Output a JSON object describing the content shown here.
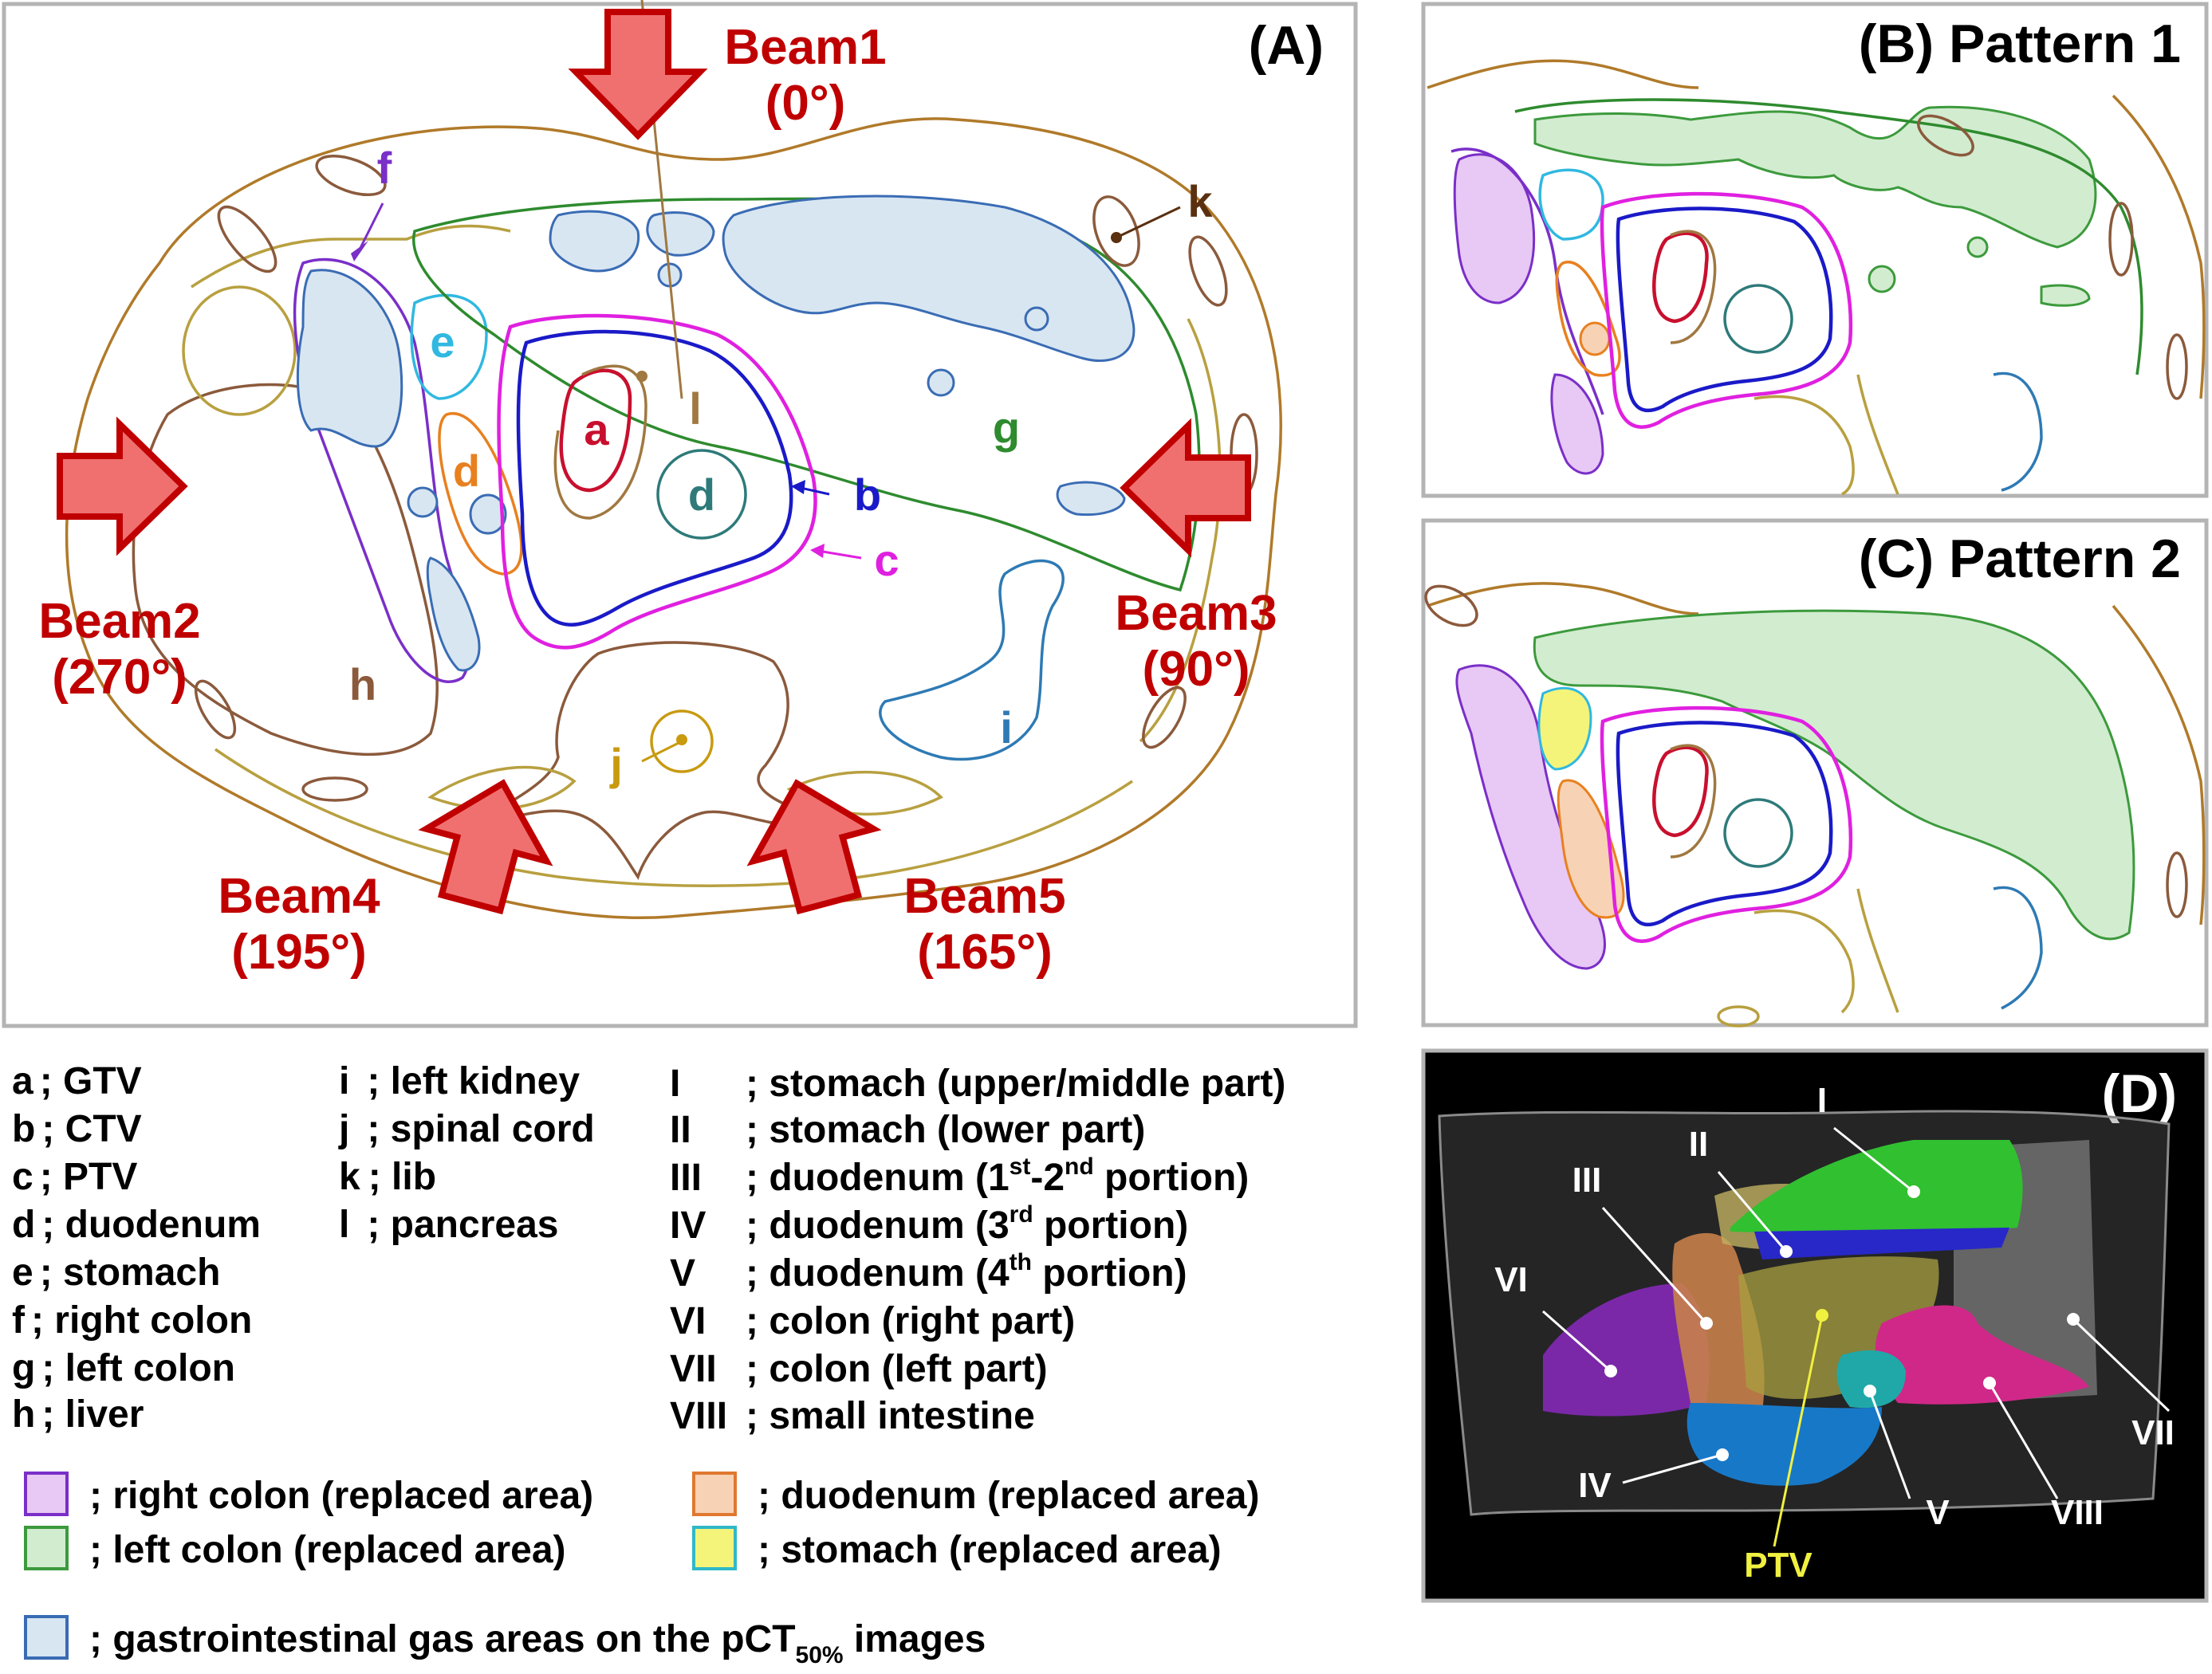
{
  "panels": {
    "a": {
      "title": "(A)"
    },
    "b": {
      "title": "(B) Pattern 1"
    },
    "c": {
      "title": "(C) Pattern 2"
    },
    "d": {
      "title": "(D)"
    }
  },
  "beams": [
    {
      "name": "Beam1",
      "angle": "(0°)"
    },
    {
      "name": "Beam2",
      "angle": "(270°)"
    },
    {
      "name": "Beam3",
      "angle": "(90°)"
    },
    {
      "name": "Beam4",
      "angle": "(195°)"
    },
    {
      "name": "Beam5",
      "angle": "(165°)"
    }
  ],
  "structure_labels": {
    "a": "a",
    "b": "b",
    "c": "c",
    "d1": "d",
    "d2": "d",
    "e": "e",
    "f": "f",
    "g": "g",
    "h": "h",
    "i": "i",
    "j": "j",
    "k": "k",
    "l": "l"
  },
  "legend_letters": [
    {
      "key": "a",
      "text": "; GTV"
    },
    {
      "key": "b",
      "text": "; CTV"
    },
    {
      "key": "c",
      "text": "; PTV"
    },
    {
      "key": "d",
      "text": "; duodenum"
    },
    {
      "key": "e",
      "text": "; stomach"
    },
    {
      "key": "f",
      "text": "; right colon"
    },
    {
      "key": "g",
      "text": "; left colon"
    },
    {
      "key": "h",
      "text": "; liver"
    }
  ],
  "legend_letters2": [
    {
      "key": "i",
      "text": "; left kidney"
    },
    {
      "key": "j",
      "text": "; spinal cord"
    },
    {
      "key": "k",
      "text": "; lib"
    },
    {
      "key": "l",
      "text": "; pancreas"
    }
  ],
  "legend_roman": [
    {
      "key": "I",
      "text": "; stomach (upper/middle part)"
    },
    {
      "key": "II",
      "text": "; stomach (lower part)"
    },
    {
      "key": "III",
      "text": "; duodenum (1",
      "sup": "st",
      "mid": "-2",
      "sup2": "nd",
      "tail": " portion)"
    },
    {
      "key": "IV",
      "text": "; duodenum (3",
      "sup": "rd",
      "tail": " portion)"
    },
    {
      "key": "V",
      "text": "; duodenum (4",
      "sup": "th",
      "tail": " portion)"
    },
    {
      "key": "VI",
      "text": "; colon (right part)"
    },
    {
      "key": "VII",
      "text": "; colon (left part)"
    },
    {
      "key": "VIII",
      "text": "; small intestine"
    }
  ],
  "legend_boxes": [
    {
      "text": "; right colon (replaced area)",
      "fill": "#e8c8f4",
      "stroke": "#7a2fc8"
    },
    {
      "text": "; left colon (replaced area)",
      "fill": "#d2ecd0",
      "stroke": "#3c9a3c"
    },
    {
      "text": "; duodenum (replaced area)",
      "fill": "#f8d2b4",
      "stroke": "#e07830"
    },
    {
      "text": "; stomach (replaced area)",
      "fill": "#f4f47a",
      "stroke": "#30b8c8"
    }
  ],
  "gas_legend": {
    "text": "; gastrointestinal gas areas on the pCT",
    "sub": "50%",
    "tail": " images",
    "fill": "#d8e6f2",
    "stroke": "#3a6cb4"
  },
  "panel_d_labels": {
    "I": "I",
    "II": "II",
    "III": "III",
    "IV": "IV",
    "V": "V",
    "VI": "VI",
    "VII": "VII",
    "VIII": "VIII",
    "PTV": "PTV"
  },
  "colors": {
    "beam_red": "#c00000",
    "arrow_fill": "#f07070",
    "body": "#b07a2a",
    "gtv": "#c8102e",
    "ctv": "#1a1ac8",
    "ptv": "#e020e0",
    "duodenum": "#e88020",
    "stomach": "#30b8e0",
    "right_colon": "#7a2fc8",
    "left_colon": "#2e8b2e",
    "liver": "#8b5a3c",
    "kidney": "#2e7ab4",
    "cord": "#c89a10",
    "pancreas": "#a07840",
    "gas_fill": "#d8e6f2"
  }
}
